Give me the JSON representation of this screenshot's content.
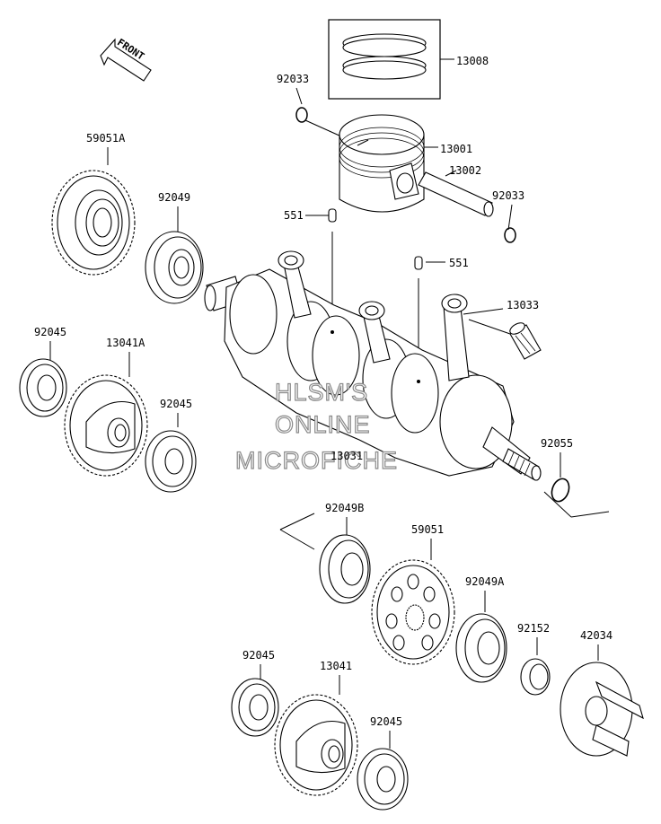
{
  "diagram": {
    "front_arrow_label": "FRONT",
    "watermark": [
      "HLSM'S",
      "ONLINE",
      "MICROFICHE"
    ],
    "callouts": {
      "piston_rings": "13008",
      "circlip_top_left": "92033",
      "piston": "13001",
      "piston_pin": "13002",
      "circlip_right": "92033",
      "pin_left": "551",
      "pin_right": "551",
      "needle_bearing": "13033",
      "crankshaft": "13031",
      "o_ring": "92055",
      "gear_59051A": "59051A",
      "bearing_92049": "92049",
      "bearing_92045_a": "92045",
      "gear_13041A": "13041A",
      "bearing_92045_b": "92045",
      "bearing_92049B": "92049B",
      "gear_59051": "59051",
      "bearing_92049A": "92049A",
      "bushing_92152": "92152",
      "coupling_42034": "42034",
      "bearing_92045_c": "92045",
      "gear_13041": "13041",
      "bearing_92045_d": "92045"
    }
  }
}
